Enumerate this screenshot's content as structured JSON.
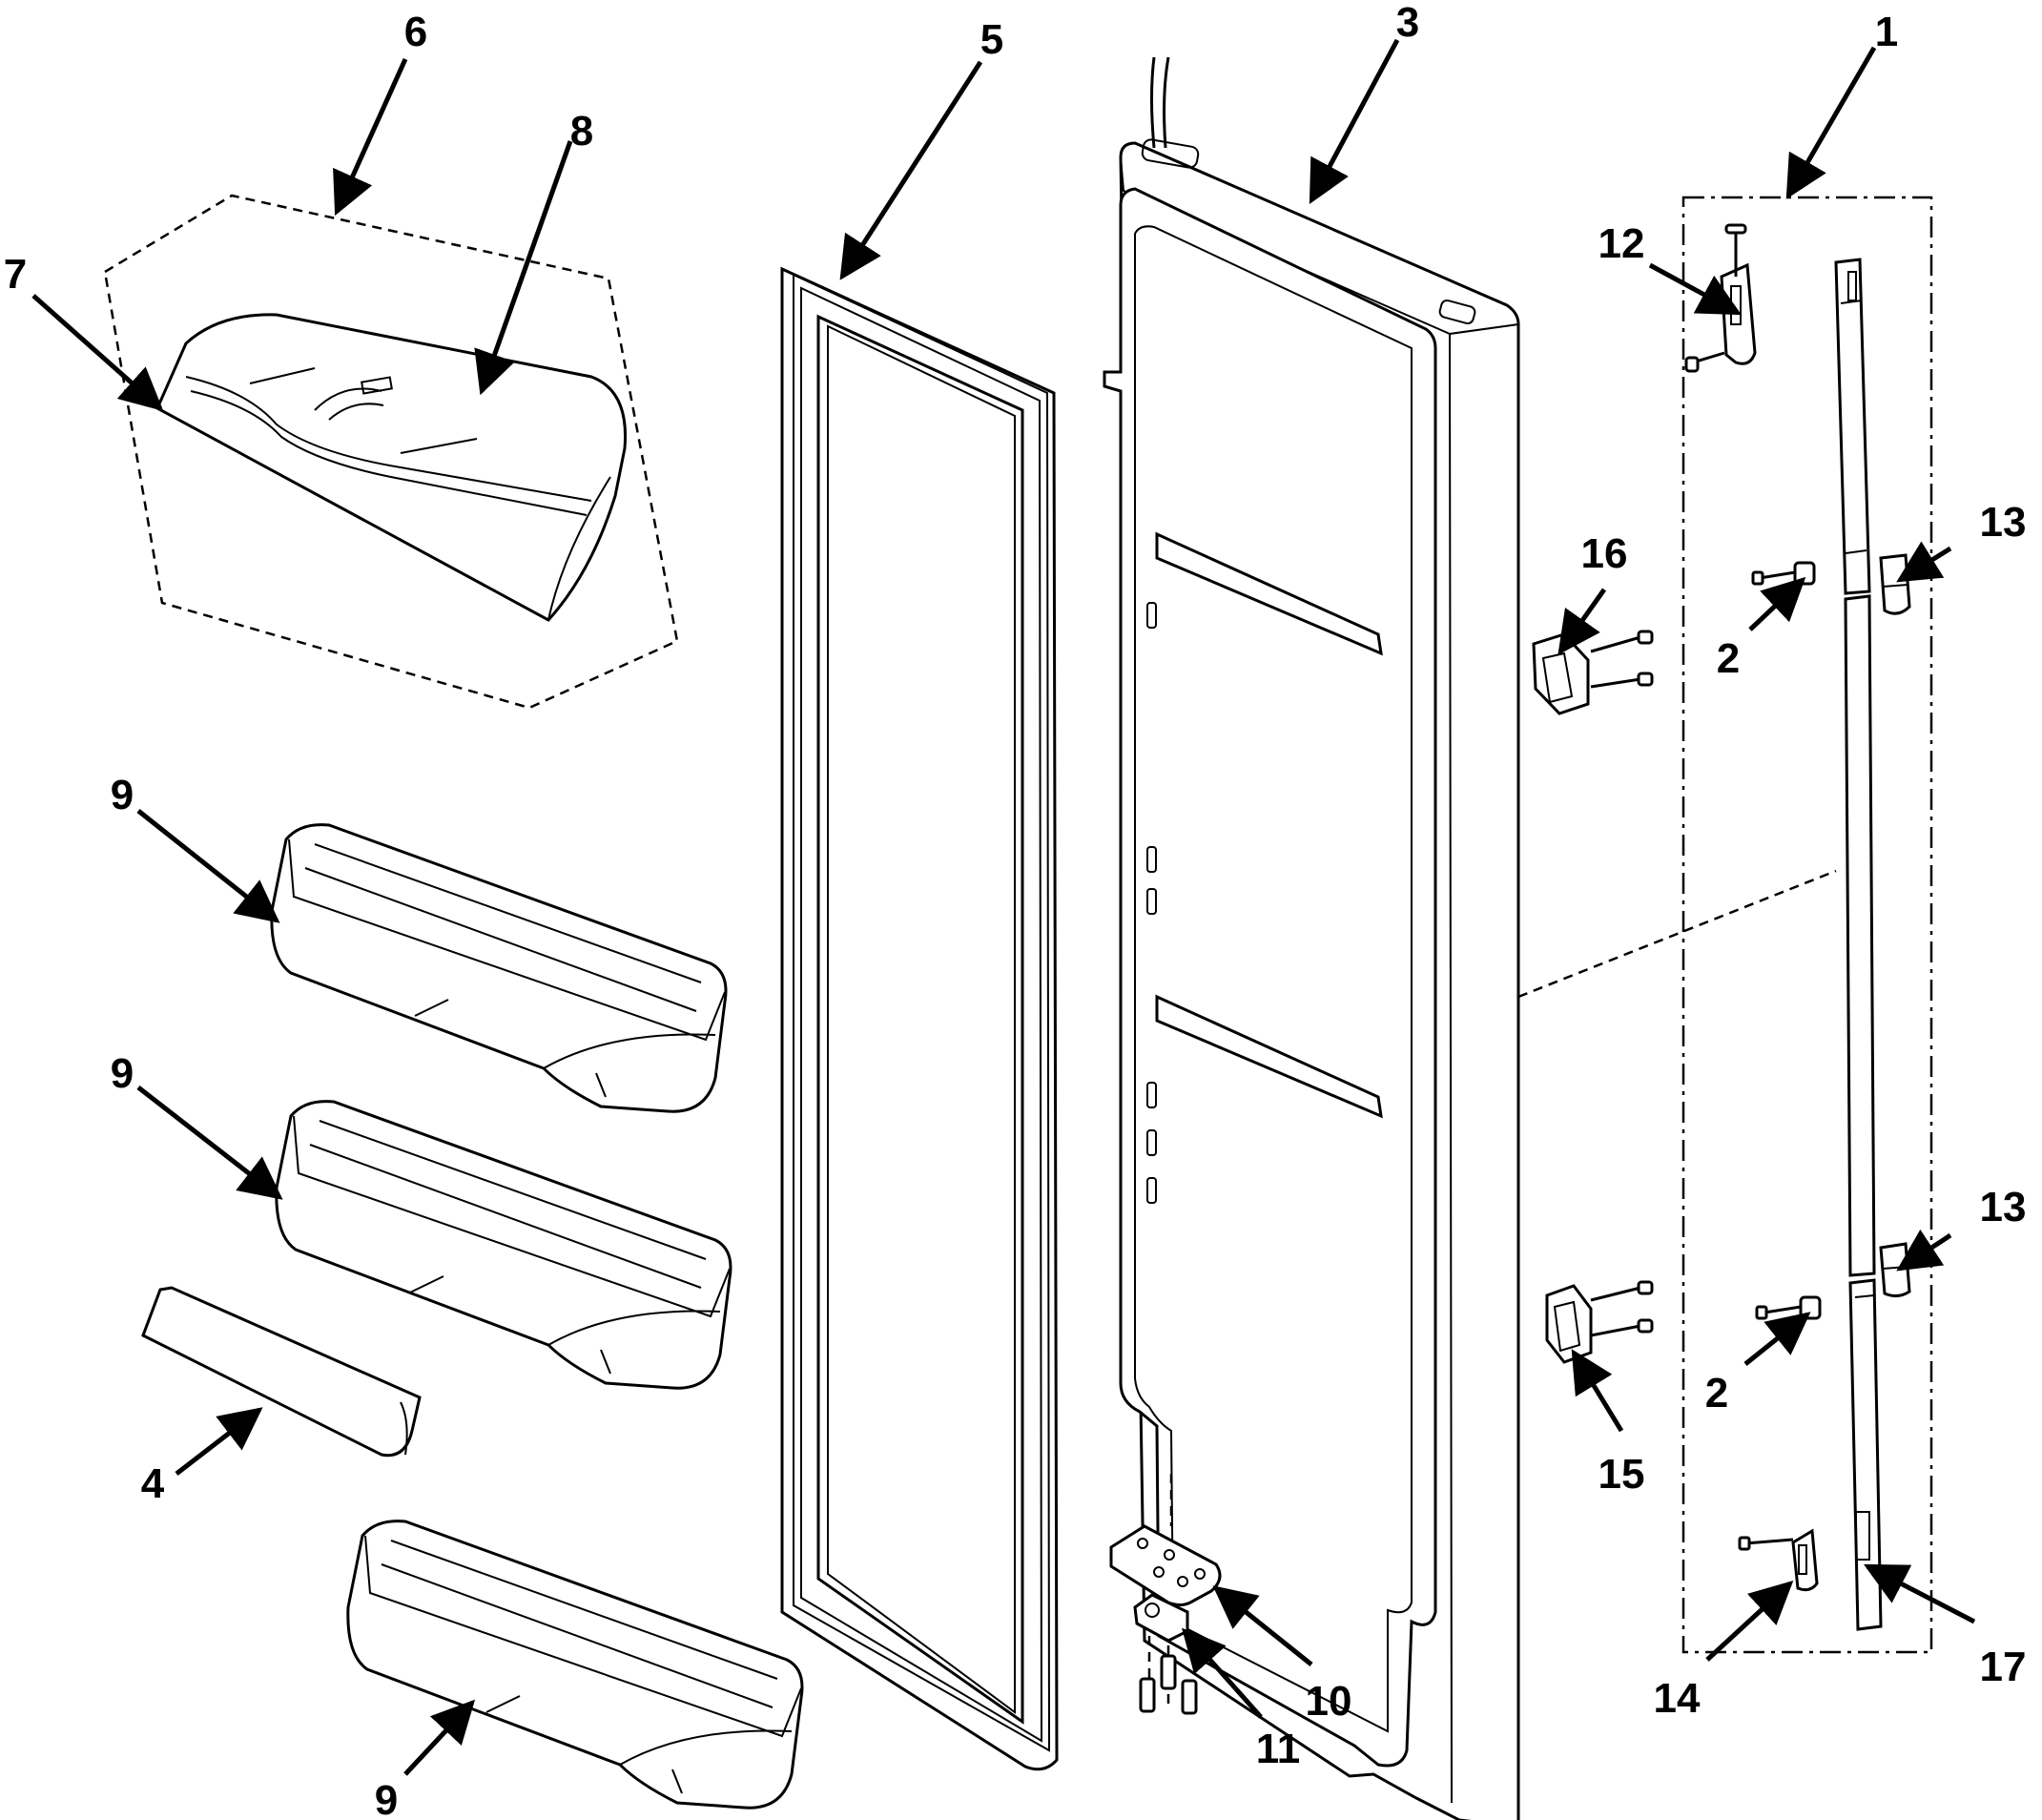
{
  "labels": {
    "p1": "1",
    "p2a": "2",
    "p2b": "2",
    "p3": "3",
    "p4": "4",
    "p5": "5",
    "p6": "6",
    "p7": "7",
    "p8": "8",
    "p9a": "9",
    "p9b": "9",
    "p9c": "9",
    "p10": "10",
    "p11": "11",
    "p12": "12",
    "p13a": "13",
    "p13b": "13",
    "p14": "14",
    "p15": "15",
    "p16": "16",
    "p17": "17"
  }
}
